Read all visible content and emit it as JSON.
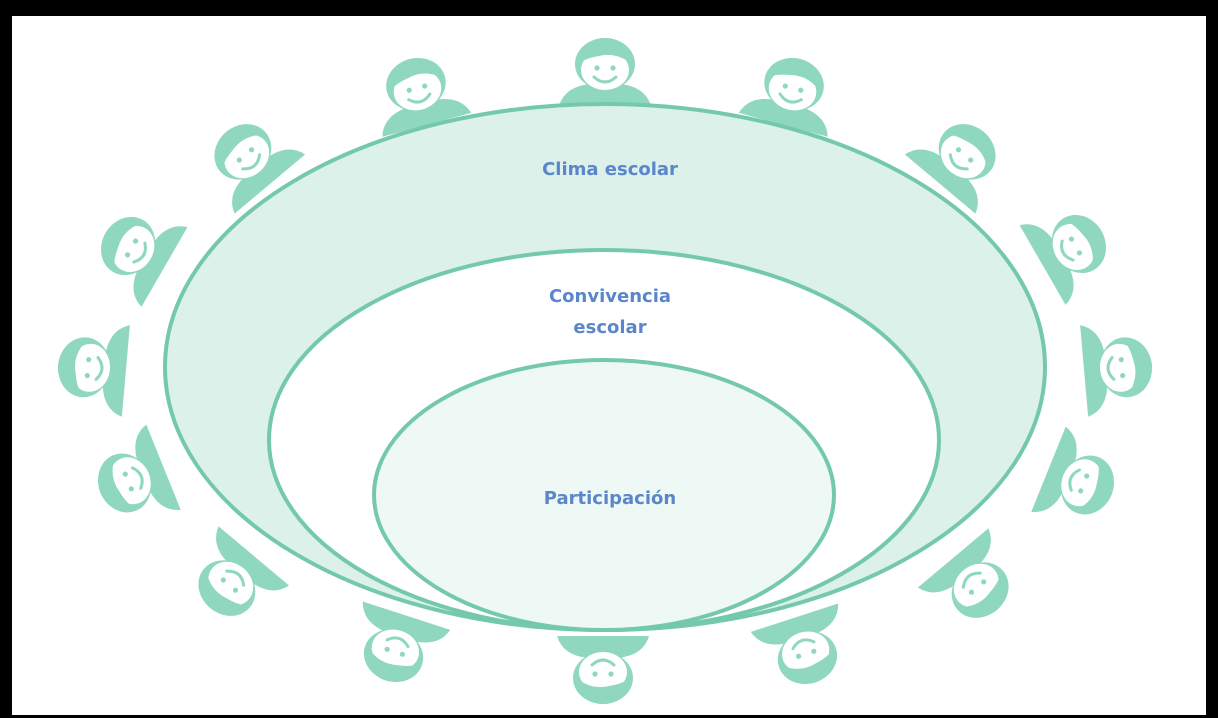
{
  "colors": {
    "stroke": "#74c9ad",
    "outer_fill": "#dcf1ea",
    "middle_fill": "#ffffff",
    "inner_fill": "#eef8f4",
    "figure": "#8fd8bf",
    "label": "#5b86c9"
  },
  "labels": {
    "outer": "Clima escolar",
    "middle_line1": "Convivencia",
    "middle_line2": "escolar",
    "inner": "Participación"
  }
}
